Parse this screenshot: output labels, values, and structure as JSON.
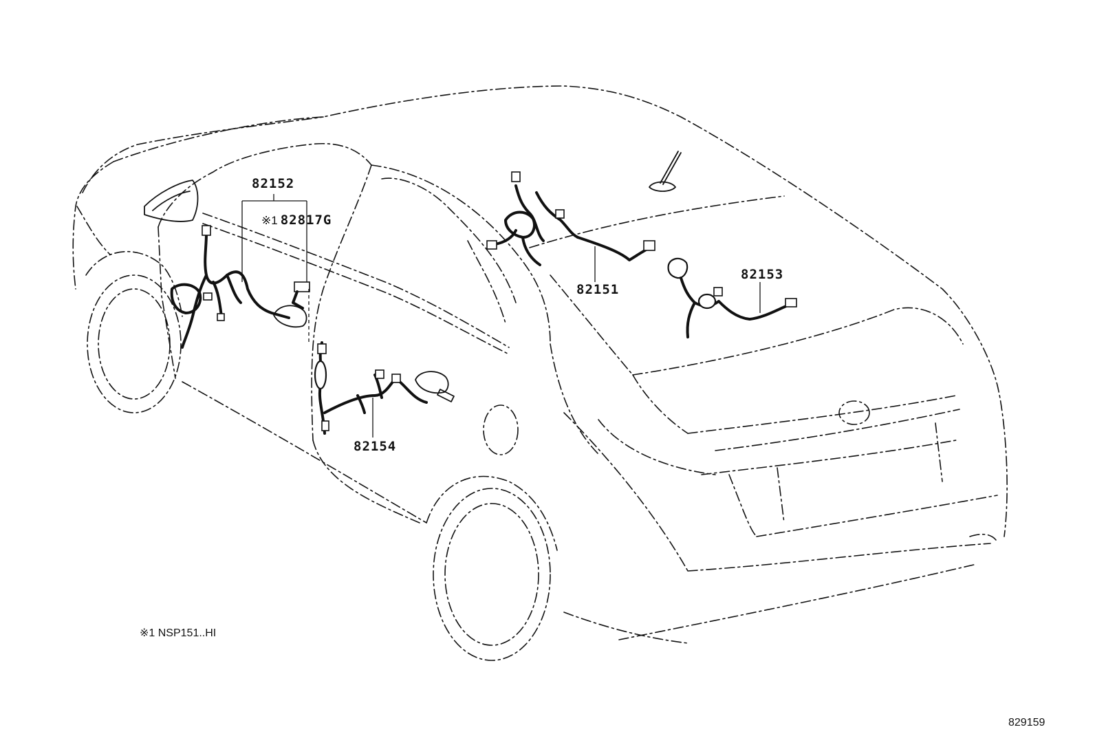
{
  "diagram": {
    "parts": {
      "p82152": "82152",
      "p82817g": "82817G",
      "p82817g_mark": "※1",
      "p82151": "82151",
      "p82153": "82153",
      "p82154": "82154"
    },
    "footnote": "※1 NSP151..HI",
    "figure_number": "829159"
  }
}
